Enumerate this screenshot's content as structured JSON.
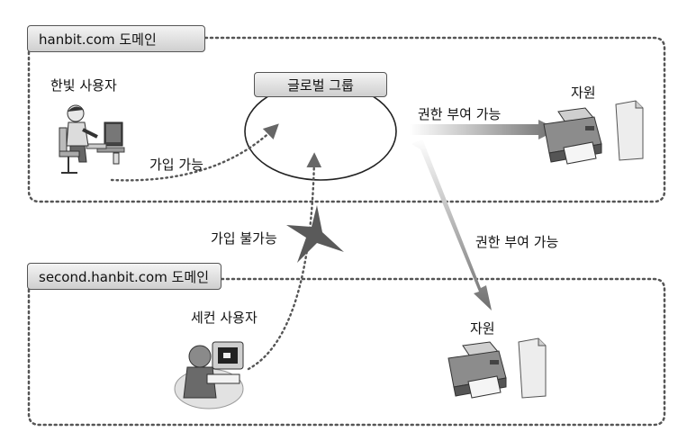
{
  "domains": {
    "top_label": "hanbit.com 도메인",
    "bottom_label": "second.hanbit.com 도메인"
  },
  "group": {
    "label": "글로벌 그룹"
  },
  "users": {
    "hanbit_user": "한빛 사용자",
    "second_user": "세컨 사용자"
  },
  "edges": {
    "join_possible": "가입 가능",
    "join_impossible": "가입 불가능",
    "grant_top": "권한 부여 가능",
    "grant_bottom": "권한 부여 가능"
  },
  "resources": {
    "top": "자원",
    "bottom": "자원"
  },
  "colors": {
    "border": "#555555",
    "arrow": "#777777",
    "star": "#5a5a5a"
  }
}
